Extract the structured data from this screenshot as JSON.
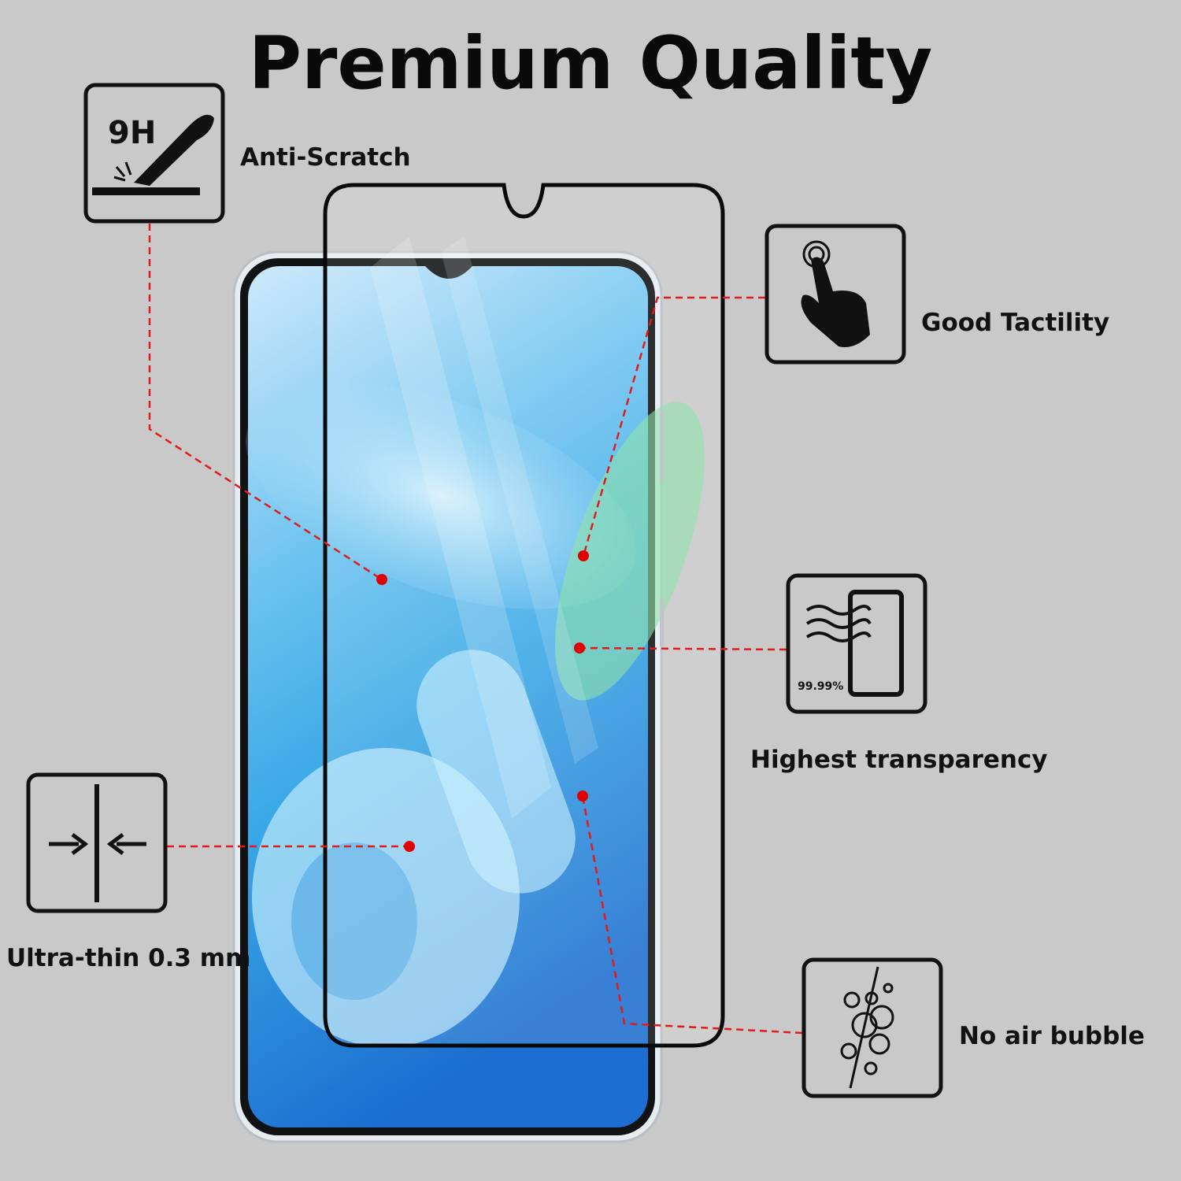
{
  "title": "Premium Quality",
  "features": [
    {
      "label": "Anti-Scratch",
      "icon": "knife-9h-icon",
      "badge": "9H"
    },
    {
      "label": "Good Tactility",
      "icon": "touch-hand-icon"
    },
    {
      "label": "Highest transparency",
      "icon": "transparency-phone-icon",
      "badge": "99.99%"
    },
    {
      "label": "Ultra-thin 0.3 mm",
      "icon": "thin-arrows-icon"
    },
    {
      "label": "No air bubble",
      "icon": "bubbles-icon"
    }
  ],
  "colors": {
    "background": "#c9c9c9",
    "callout": "#e11a1a",
    "text": "#111111"
  }
}
